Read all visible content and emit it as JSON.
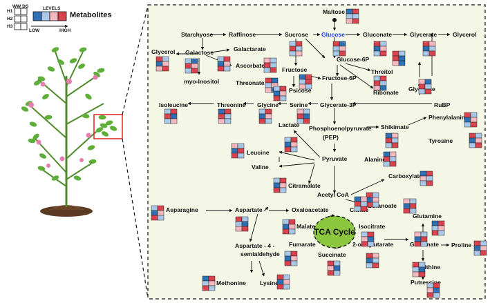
{
  "legend": {
    "col_headers": "WW DS",
    "rows": [
      "H1",
      "H2",
      "H3"
    ],
    "levels_label": "LEVELS",
    "metabolites_label": "Metabolites",
    "low_label": "LOW",
    "high_label": "HIGH",
    "scale_colors": [
      "#2f6fb3",
      "#a9c8e8",
      "#f4b9c0",
      "#d9434e"
    ]
  },
  "center": {
    "label": "TCA Cycle",
    "fill": "#8cc63f"
  },
  "colors": {
    "panel_bg": "#f4f6e6",
    "strong_blue": "#2f6fb3",
    "light_blue": "#a9c8e8",
    "light_pink": "#f4b9c0",
    "strong_red": "#d9434e",
    "emphasis_label": "#1f3fe0"
  },
  "metabolites": [
    {
      "name": "Maltose"
    },
    {
      "name": "Starchyose"
    },
    {
      "name": "Raffinose"
    },
    {
      "name": "Sucrose"
    },
    {
      "name": "Glucose",
      "emphasis": true
    },
    {
      "name": "Gluconate"
    },
    {
      "name": "Glycerate"
    },
    {
      "name": "Glycerol"
    },
    {
      "name": "Glycerol"
    },
    {
      "name": "Galactose"
    },
    {
      "name": "Galactarate"
    },
    {
      "name": "Glucose-6P"
    },
    {
      "name": "Threitol"
    },
    {
      "name": "Ascorbate"
    },
    {
      "name": "Fructose"
    },
    {
      "name": "myo-Inositol"
    },
    {
      "name": "Threonate"
    },
    {
      "name": "Ribonate"
    },
    {
      "name": "Glycolate"
    },
    {
      "name": "Fructose-6P"
    },
    {
      "name": "Psicose"
    },
    {
      "name": "Isoleucine"
    },
    {
      "name": "Threonine"
    },
    {
      "name": "Glycine"
    },
    {
      "name": "Serine"
    },
    {
      "name": "Glycerate-3P"
    },
    {
      "name": "RuBP"
    },
    {
      "name": "Phosphoenolpyruvate"
    },
    {
      "name": "(PEP)"
    },
    {
      "name": "Shikimate"
    },
    {
      "name": "Phenylalanine"
    },
    {
      "name": "Lactate"
    },
    {
      "name": "Tyrosine"
    },
    {
      "name": "Leucine"
    },
    {
      "name": "Pyruvate"
    },
    {
      "name": "Alanine"
    },
    {
      "name": "Valine"
    },
    {
      "name": "Citramalate"
    },
    {
      "name": "Carboxylate"
    },
    {
      "name": "Acetyl CoA"
    },
    {
      "name": "Asparagine"
    },
    {
      "name": "Aspartate"
    },
    {
      "name": "Oxaloacetate"
    },
    {
      "name": "Citrate"
    },
    {
      "name": "Butanoate"
    },
    {
      "name": "Malate"
    },
    {
      "name": "Isocitrate"
    },
    {
      "name": "Glutamine"
    },
    {
      "name": "Aspartate - 4 -"
    },
    {
      "name": "semialdehyde"
    },
    {
      "name": "Fumarate"
    },
    {
      "name": "2-oxoglutarate"
    },
    {
      "name": "Glutamate"
    },
    {
      "name": "Proline"
    },
    {
      "name": "Succinate"
    },
    {
      "name": "Ornithine"
    },
    {
      "name": "Methonine"
    },
    {
      "name": "Lysine"
    },
    {
      "name": "Putrescine"
    }
  ]
}
